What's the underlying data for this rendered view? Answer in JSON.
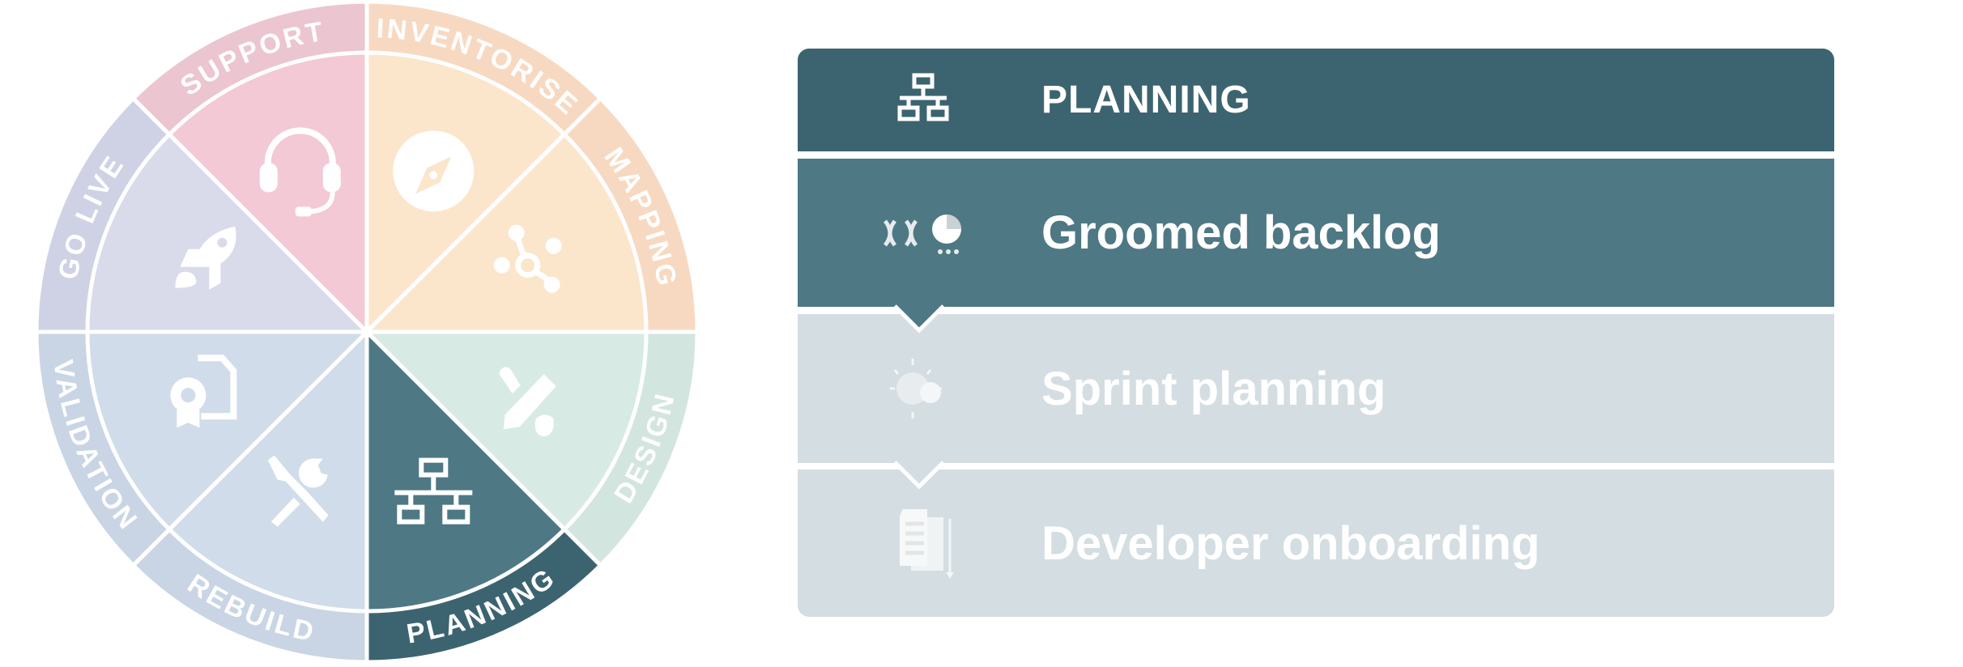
{
  "wheel": {
    "segments": [
      {
        "label": "INVENTORISE",
        "icon": "compass-icon",
        "inner_color": "#fbe6cc",
        "outer_color": "#f7d9c2"
      },
      {
        "label": "MAPPING",
        "icon": "network-nodes-icon",
        "inner_color": "#fbe6cc",
        "outer_color": "#f7d9c2"
      },
      {
        "label": "DESIGN",
        "icon": "pencil-brush-icon",
        "inner_color": "#d8eae4",
        "outer_color": "#d3e5df"
      },
      {
        "label": "PLANNING",
        "icon": "sitemap-icon",
        "inner_color": "#4e7884",
        "outer_color": "#3c6470"
      },
      {
        "label": "REBUILD",
        "icon": "tools-icon",
        "inner_color": "#d0dce9",
        "outer_color": "#c9d5e4"
      },
      {
        "label": "VALIDATION",
        "icon": "certificate-icon",
        "inner_color": "#d0dce9",
        "outer_color": "#c9d5e4"
      },
      {
        "label": "GO LIVE",
        "icon": "rocket-icon",
        "inner_color": "#d9dbeb",
        "outer_color": "#cfd2e5"
      },
      {
        "label": "SUPPORT",
        "icon": "headset-icon",
        "inner_color": "#f3c9d5",
        "outer_color": "#ebc5d0"
      }
    ]
  },
  "panel": {
    "header": {
      "label": "PLANNING",
      "icon": "sitemap-icon",
      "color": "#3c6470"
    },
    "steps": [
      {
        "label": "Groomed backlog",
        "icon": "backlog-icon",
        "active": true,
        "color": "#4e7884"
      },
      {
        "label": "Sprint planning",
        "icon": "gears-icon",
        "active": false,
        "color": "#d4dde2"
      },
      {
        "label": "Developer onboarding",
        "icon": "documents-icon",
        "active": false,
        "color": "#d4dde2"
      }
    ]
  }
}
